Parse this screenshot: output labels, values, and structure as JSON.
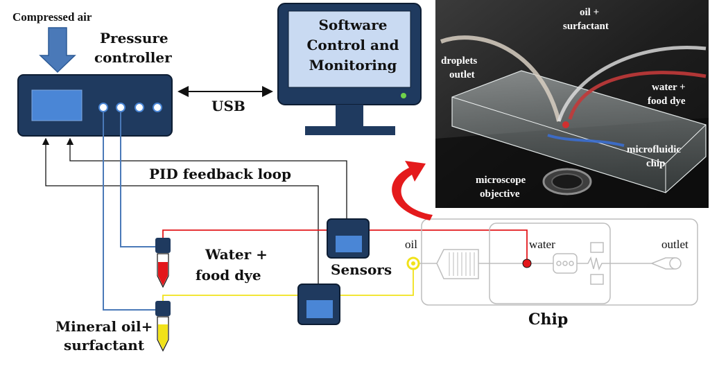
{
  "labels": {
    "compressed_air": "Compressed air",
    "pressure_controller_1": "Pressure",
    "pressure_controller_2": "controller",
    "software_1": "Software",
    "software_2": "Control and",
    "software_3": "Monitoring",
    "usb": "USB",
    "pid": "PID feedback loop",
    "water_dye_1": "Water +",
    "water_dye_2": "food dye",
    "sensors": "Sensors",
    "mineral_oil_1": "Mineral oil+",
    "mineral_oil_2": "surfactant",
    "chip": "Chip"
  },
  "chip_labels": {
    "oil": "oil",
    "water": "water",
    "outlet": "outlet"
  },
  "photo_labels": {
    "droplets_1": "droplets",
    "droplets_2": "outlet",
    "oil_surf_1": "oil +",
    "oil_surf_2": "surfactant",
    "water_dye_1": "water +",
    "water_dye_2": "food dye",
    "microfluidic_1": "microfluidic",
    "microfluidic_2": "chip",
    "microscope_1": "microscope",
    "microscope_2": "objective"
  },
  "colors": {
    "device_navy": "#1f3a5f",
    "screen_blue": "#4a86d6",
    "water_line": "#e3171b",
    "oil_line": "#f1e21a",
    "pressure_line": "#4a79b8",
    "arrow_red": "#e41a1c",
    "monitor_fill": "#c9daf2"
  },
  "icons": {
    "compressed_air_arrow": "down-arrow-icon",
    "usb_link": "double-arrow-icon",
    "curved_arrow": "curved-arrow-icon"
  }
}
